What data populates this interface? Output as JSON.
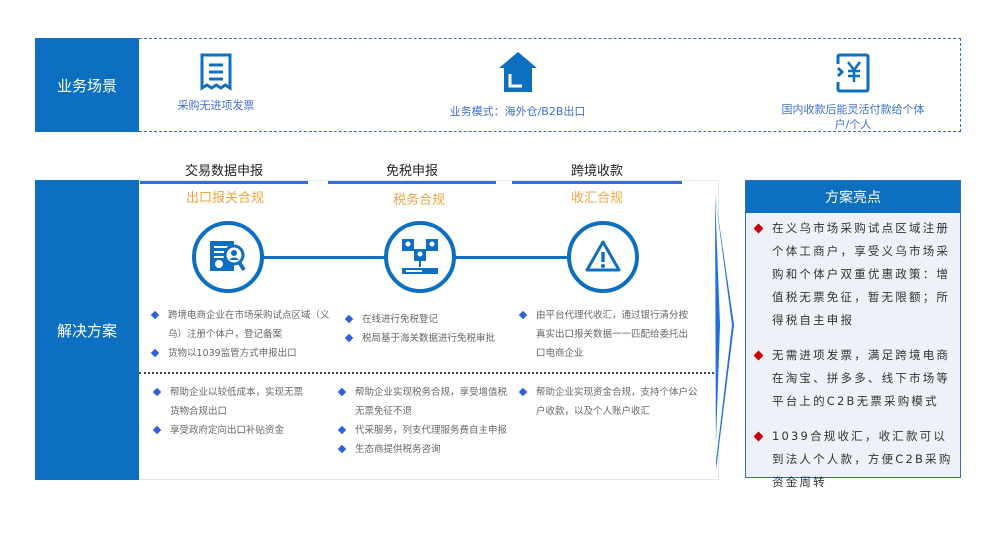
{
  "scene": {
    "label": "业务场景",
    "items": [
      {
        "icon": "receipt-icon",
        "text": "采购无进项发票"
      },
      {
        "icon": "warehouse-icon",
        "text": "业务模式：海外仓/B2B出口"
      },
      {
        "icon": "yuan-wallet-icon",
        "text": "国内收款后能灵活付款给个体户/个人"
      }
    ]
  },
  "solution": {
    "label": "解决方案",
    "columns": [
      {
        "title": "交易数据申报",
        "subtitle": "出口报关合规",
        "icon": "document-search-icon",
        "steps": [
          "跨境电商企业在市场采购试点区域（义乌）注册个体户，登记备案",
          "货物以1039监管方式申报出口"
        ],
        "benefits": [
          "帮助企业以较低成本，实现无票货物合规出口",
          "享受政府定向出口补贴资金"
        ]
      },
      {
        "title": "免税申报",
        "subtitle": "税务合规",
        "icon": "tax-network-icon",
        "steps": [
          "在线进行免税登记",
          "税局基于海关数据进行免税审批"
        ],
        "benefits": [
          "帮助企业实现税务合规，享受增值税无票免征不退",
          "代采服务，列支代理服务费自主申报",
          "生态商提供税务咨询"
        ]
      },
      {
        "title": "跨境收款",
        "subtitle": "收汇合规",
        "icon": "warning-icon",
        "steps": [
          "由平台代理代收汇，通过银行清分按真实出口报关数据一一匹配给委托出口电商企业"
        ],
        "benefits": [
          "帮助企业实现资金合规，支持个体户公户收款，以及个人账户收汇"
        ]
      }
    ]
  },
  "highlights": {
    "title": "方案亮点",
    "items": [
      "在义乌市场采购试点区域注册个体工商户，享受义乌市场采购和个体户双重优惠政策：增值税无票免征，暂无限额；所得税自主申报",
      "无需进项发票，满足跨境电商在淘宝、拼多多、线下市场等平台上的C2B无票采购模式",
      "1039合规收汇，收汇款可以到法人个人款，方便C2B采购资金周转"
    ]
  },
  "colors": {
    "blue": "#0d6fc0",
    "orange": "#f0a445",
    "bullet_red": "#cc0000"
  }
}
